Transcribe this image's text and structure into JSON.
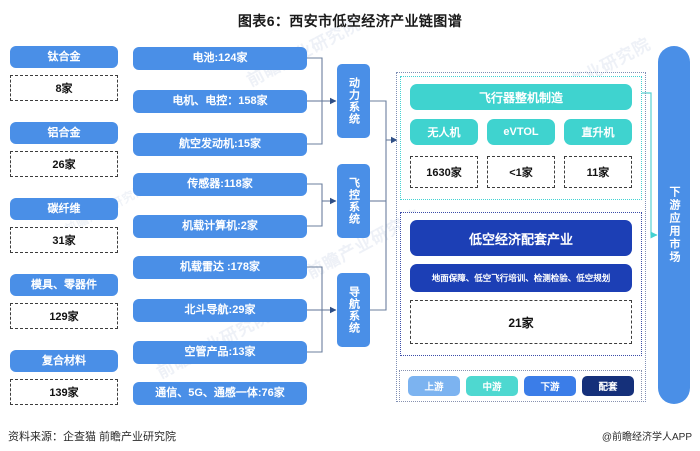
{
  "title": "图表6：西安市低空经济产业链图谱",
  "colors": {
    "primary_blue": "#4a8fe7",
    "cyan": "#3fd3cf",
    "navy": "#1c3fb5",
    "legend_upstream": "#7cb3f0",
    "legend_midstream": "#4ed8d0",
    "legend_downstream": "#3b7de8",
    "legend_support": "#15307a",
    "dashed_border": "#3d3d3d"
  },
  "upstream_materials": [
    {
      "label": "钛合金",
      "count": "8家"
    },
    {
      "label": "铝合金",
      "count": "26家"
    },
    {
      "label": "碳纤维",
      "count": "31家"
    },
    {
      "label": "模具、零器件",
      "count": "129家"
    },
    {
      "label": "复合材料",
      "count": "139家"
    }
  ],
  "components": [
    {
      "label": "电池:124家"
    },
    {
      "label": "电机、电控：158家"
    },
    {
      "label": "航空发动机:15家"
    },
    {
      "label": "传感器:118家"
    },
    {
      "label": "机载计算机:2家"
    },
    {
      "label": "机载雷达 :178家"
    },
    {
      "label": "北斗导航:29家"
    },
    {
      "label": "空管产品:13家"
    },
    {
      "label": "通信、5G、通感一体:76家"
    }
  ],
  "systems": [
    {
      "label": "动力系统"
    },
    {
      "label": "飞控系统"
    },
    {
      "label": "导航系统"
    }
  ],
  "midstream": {
    "header": "飞行器整机制造",
    "categories": [
      {
        "label": "无人机",
        "count": "1630家"
      },
      {
        "label": "eVTOL",
        "count": "<1家"
      },
      {
        "label": "直升机",
        "count": "11家"
      }
    ]
  },
  "support": {
    "header": "低空经济配套产业",
    "subtitle": "地面保障、低空飞行培训、检测检验、低空规划",
    "count": "21家"
  },
  "downstream": {
    "label": "下游应用市场"
  },
  "legend": [
    {
      "label": "上游",
      "color": "#7cb3f0"
    },
    {
      "label": "中游",
      "color": "#4ed8d0"
    },
    {
      "label": "下游",
      "color": "#3b7de8"
    },
    {
      "label": "配套",
      "color": "#15307a"
    }
  ],
  "footer": {
    "source": "资料来源：企查猫 前瞻产业研究院",
    "app": "@前瞻经济学人APP"
  },
  "watermarks": [
    "前瞻产业研究院",
    "前瞻产业研究院",
    "前瞻产业研究院",
    "前瞻产业研究院",
    "前瞻产业研究院",
    "前瞻产业研究院"
  ]
}
